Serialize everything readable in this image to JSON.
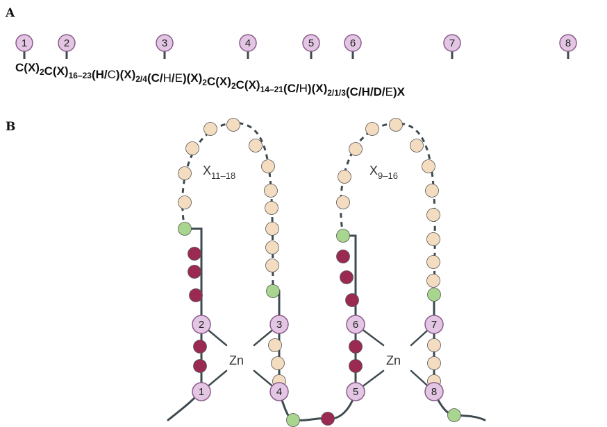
{
  "panels": {
    "a": "A",
    "b": "B"
  },
  "sequence": {
    "positions": [
      "1",
      "2",
      "3",
      "4",
      "5",
      "6",
      "7",
      "8"
    ],
    "segments": [
      {
        "text": "C(X)",
        "light": false
      },
      {
        "text": "2",
        "sub": true
      },
      {
        "text": "C(X)",
        "light": false
      },
      {
        "text": "16–23",
        "sub": true
      },
      {
        "text": "(H/",
        "light": false
      },
      {
        "text": "C",
        "light": true
      },
      {
        "text": ")(X)",
        "light": false
      },
      {
        "text": "2/4",
        "sub": true
      },
      {
        "text": "(C/",
        "light": false
      },
      {
        "text": "H",
        "light": true
      },
      {
        "text": "/",
        "light": false
      },
      {
        "text": "E",
        "light": true
      },
      {
        "text": ")(X)",
        "light": false
      },
      {
        "text": "2",
        "sub": true
      },
      {
        "text": "C(X)",
        "light": false
      },
      {
        "text": "2",
        "sub": true
      },
      {
        "text": "C(X)",
        "light": false
      },
      {
        "text": "14–21",
        "sub": true
      },
      {
        "text": "(C/",
        "light": false
      },
      {
        "text": "H",
        "light": true
      },
      {
        "text": ")(X)",
        "light": false
      },
      {
        "text": "2/1/3",
        "sub": true
      },
      {
        "text": "(C/H/D/",
        "light": false
      },
      {
        "text": "E",
        "light": true
      },
      {
        "text": ")X",
        "light": false
      }
    ]
  },
  "diagram": {
    "zn_label": "Zn",
    "loop1_label": {
      "base": "X",
      "sub": "11–18"
    },
    "loop2_label": {
      "base": "X",
      "sub": "9–16"
    },
    "site_numbers": [
      "1",
      "2",
      "3",
      "4",
      "5",
      "6",
      "7",
      "8"
    ]
  },
  "colors": {
    "site_fill": "#e3c6e3",
    "site_stroke": "#8a5a8a",
    "maroon": "#9b2a52",
    "green": "#a8d68f",
    "beige": "#f3dcc0",
    "chain": "#3d4a4f",
    "ink": "#111111"
  }
}
